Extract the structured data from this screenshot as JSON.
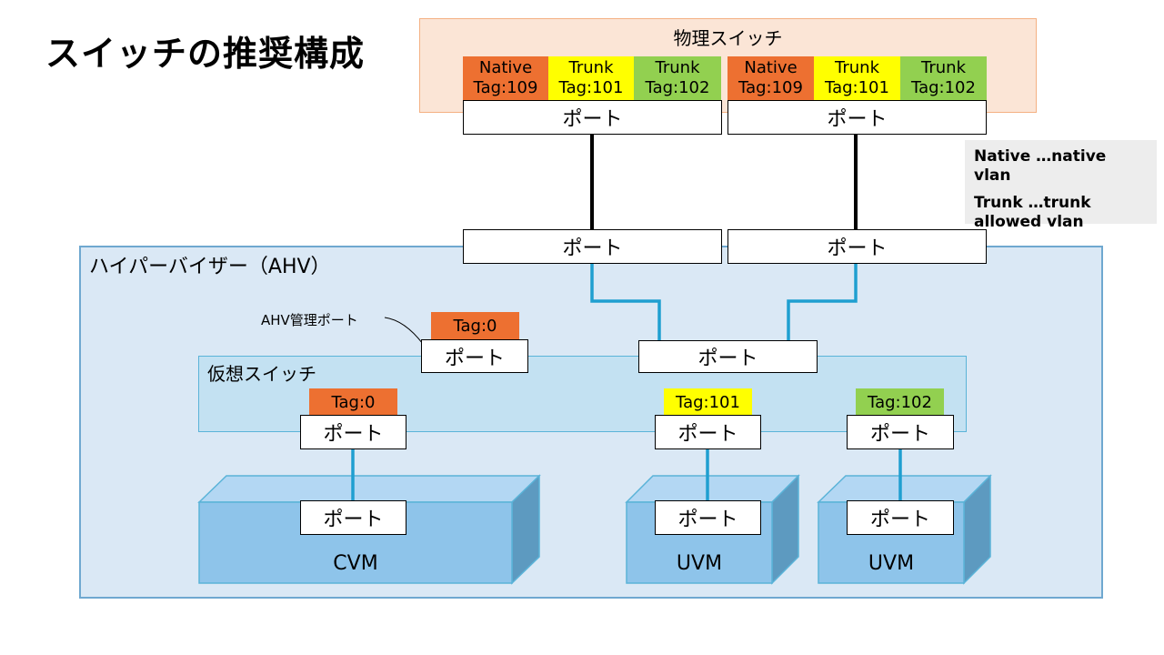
{
  "title": "スイッチの推奨構成",
  "physical_switch": {
    "label": "物理スイッチ",
    "tags": [
      {
        "line1": "Native",
        "line2": "Tag:109",
        "color": "#ed7031"
      },
      {
        "line1": "Trunk",
        "line2": "Tag:101",
        "color": "#ffff00"
      },
      {
        "line1": "Trunk",
        "line2": "Tag:102",
        "color": "#92d050"
      },
      {
        "line1": "Native",
        "line2": "Tag:109",
        "color": "#ed7031"
      },
      {
        "line1": "Trunk",
        "line2": "Tag:101",
        "color": "#ffff00"
      },
      {
        "line1": "Trunk",
        "line2": "Tag:102",
        "color": "#92d050"
      }
    ],
    "ports": [
      "ポート",
      "ポート"
    ]
  },
  "legend": {
    "native": "Native …native vlan",
    "trunk_line1": "Trunk …trunk",
    "trunk_line2": "allowed vlan"
  },
  "hypervisor": {
    "label": "ハイパーバイザー（AHV）",
    "uplink_ports": [
      "ポート",
      "ポート"
    ],
    "bond_port": "ポート",
    "mgmt_label": "AHV管理ポート",
    "mgmt_tag": "Tag:0",
    "mgmt_port": "ポート"
  },
  "virtual_switch": {
    "label": "仮想スイッチ",
    "ports": [
      {
        "tag": "Tag:0",
        "color": "#ed7031",
        "label": "ポート"
      },
      {
        "tag": "Tag:101",
        "color": "#ffff00",
        "label": "ポート"
      },
      {
        "tag": "Tag:102",
        "color": "#92d050",
        "label": "ポート"
      }
    ]
  },
  "vms": [
    {
      "name": "CVM",
      "port": "ポート"
    },
    {
      "name": "UVM",
      "port": "ポート"
    },
    {
      "name": "UVM",
      "port": "ポート"
    }
  ],
  "colors": {
    "physical_bg": "#fbe5d6",
    "hypervisor_bg": "#dae8f5",
    "virtual_switch_bg": "#c3e1f2",
    "vm_front": "#8ec4ea",
    "link_black": "#000000",
    "link_blue": "#1f9fd0"
  }
}
